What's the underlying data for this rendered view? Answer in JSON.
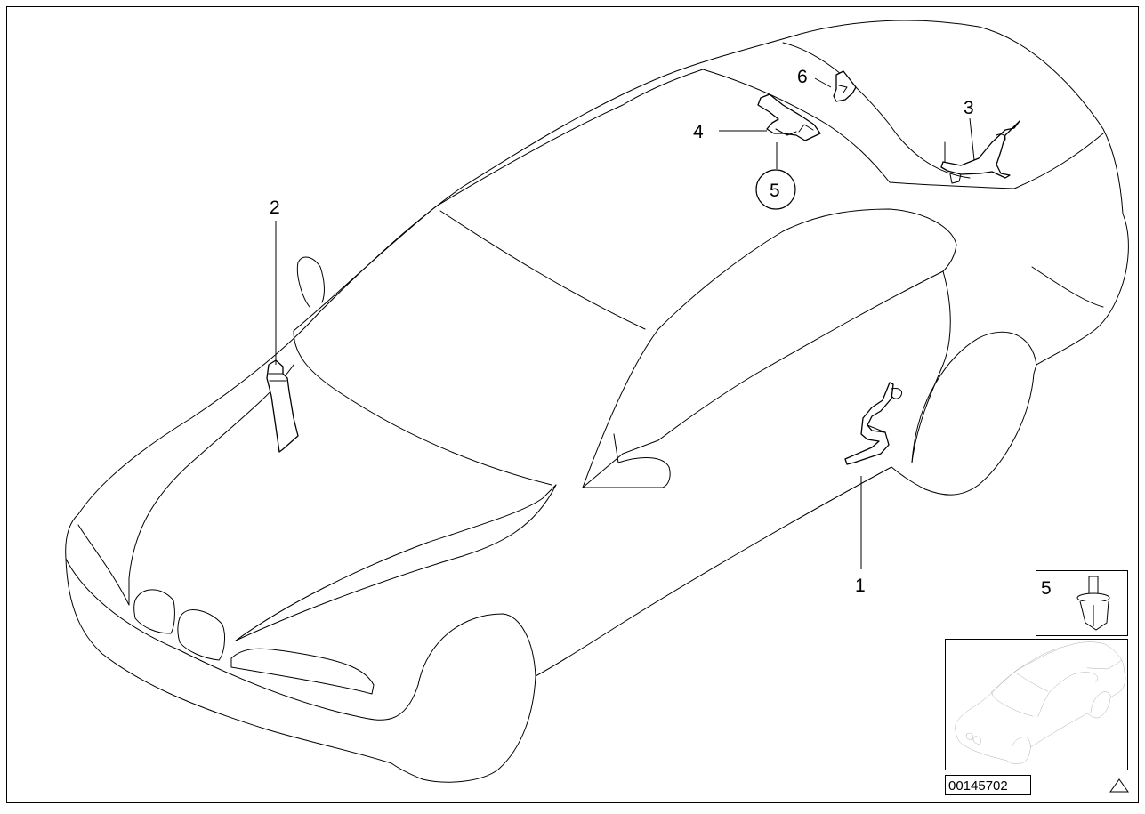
{
  "diagram": {
    "callouts": {
      "part_1": "1",
      "part_2": "2",
      "part_3": "3",
      "part_4": "4",
      "part_5_circled": "5",
      "part_6": "6",
      "inset_part_5": "5"
    },
    "reference_number": "00145702"
  },
  "icons": {
    "warning": "triangle-icon",
    "fastener": "rivet-clip-icon"
  },
  "colors": {
    "line": "#000000",
    "background": "#ffffff"
  }
}
